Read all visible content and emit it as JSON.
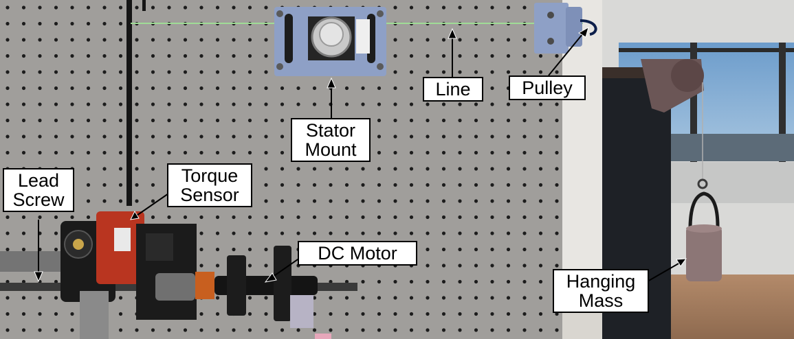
{
  "labels": {
    "lead_screw": [
      "Lead",
      "Screw"
    ],
    "torque_sensor": [
      "Torque",
      "Sensor"
    ],
    "stator_mount": [
      "Stator",
      "Mount"
    ],
    "line": [
      "Line"
    ],
    "pulley": [
      "Pulley"
    ],
    "dc_motor": [
      "DC Motor"
    ],
    "hanging_mass": [
      "Hanging",
      "Mass"
    ]
  },
  "colors": {
    "pegboard": "#9a9896",
    "stator_mount": "#8d9fc4",
    "sensor_body": "#b8321f",
    "mass": "#8a7272",
    "window_sky": "#7aa6cf"
  }
}
